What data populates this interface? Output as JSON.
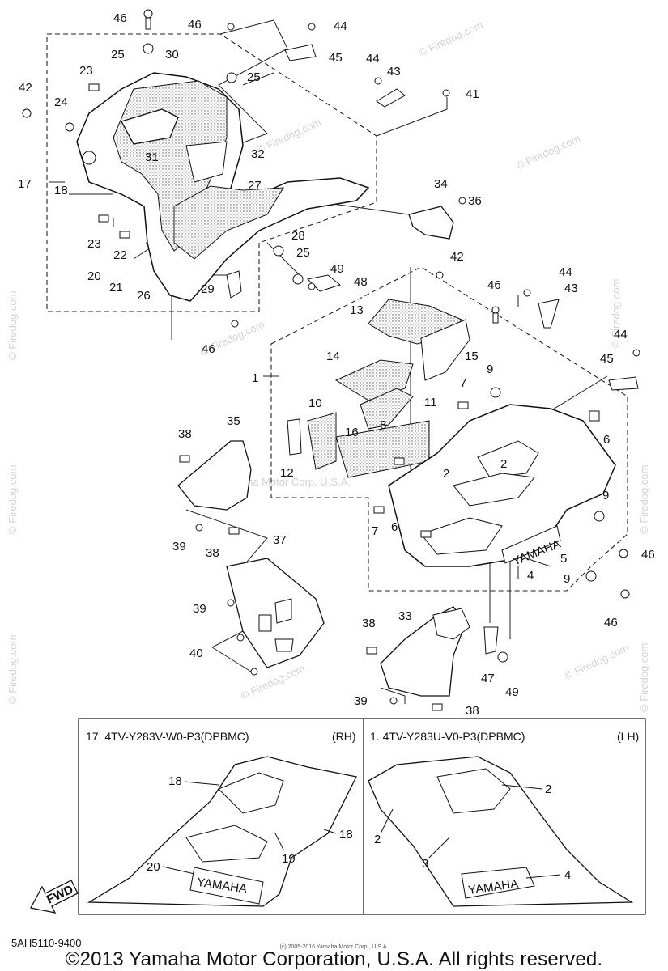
{
  "watermark": {
    "text": "© Firedog.com",
    "center_text": "Yamaha Motor Corp. U.S.A."
  },
  "callouts": [
    {
      "n": "46"
    },
    {
      "n": "46"
    },
    {
      "n": "44"
    },
    {
      "n": "25"
    },
    {
      "n": "30"
    },
    {
      "n": "45"
    },
    {
      "n": "25"
    },
    {
      "n": "44"
    },
    {
      "n": "43"
    },
    {
      "n": "42"
    },
    {
      "n": "23"
    },
    {
      "n": "24"
    },
    {
      "n": "41"
    },
    {
      "n": "17"
    },
    {
      "n": "31"
    },
    {
      "n": "32"
    },
    {
      "n": "18"
    },
    {
      "n": "34"
    },
    {
      "n": "36"
    },
    {
      "n": "27"
    },
    {
      "n": "23"
    },
    {
      "n": "28"
    },
    {
      "n": "22"
    },
    {
      "n": "25"
    },
    {
      "n": "20"
    },
    {
      "n": "21"
    },
    {
      "n": "26"
    },
    {
      "n": "29"
    },
    {
      "n": "49"
    },
    {
      "n": "48"
    },
    {
      "n": "42"
    },
    {
      "n": "46"
    },
    {
      "n": "44"
    },
    {
      "n": "43"
    },
    {
      "n": "13"
    },
    {
      "n": "46"
    },
    {
      "n": "15"
    },
    {
      "n": "44"
    },
    {
      "n": "14"
    },
    {
      "n": "45"
    },
    {
      "n": "1"
    },
    {
      "n": "9"
    },
    {
      "n": "7"
    },
    {
      "n": "35"
    },
    {
      "n": "10"
    },
    {
      "n": "11"
    },
    {
      "n": "6"
    },
    {
      "n": "16"
    },
    {
      "n": "8"
    },
    {
      "n": "38"
    },
    {
      "n": "12"
    },
    {
      "n": "2"
    },
    {
      "n": "2"
    },
    {
      "n": "9"
    },
    {
      "n": "7"
    },
    {
      "n": "6"
    },
    {
      "n": "39"
    },
    {
      "n": "38"
    },
    {
      "n": "37"
    },
    {
      "n": "46"
    },
    {
      "n": "5"
    },
    {
      "n": "4"
    },
    {
      "n": "9"
    },
    {
      "n": "39"
    },
    {
      "n": "46"
    },
    {
      "n": "40"
    },
    {
      "n": "38"
    },
    {
      "n": "33"
    },
    {
      "n": "47"
    },
    {
      "n": "49"
    },
    {
      "n": "39"
    },
    {
      "n": "38"
    }
  ],
  "box_rh": {
    "title": "17. 4TV-Y283V-W0-P3(DPBMC)",
    "side": "(RH)",
    "labels": [
      {
        "n": "18"
      },
      {
        "n": "18"
      },
      {
        "n": "19"
      },
      {
        "n": "20"
      }
    ],
    "decal_text": "YAMAHA"
  },
  "box_lh": {
    "title": "1. 4TV-Y283U-V0-P3(DPBMC)",
    "side": "(LH)",
    "labels": [
      {
        "n": "2"
      },
      {
        "n": "2"
      },
      {
        "n": "3"
      },
      {
        "n": "4"
      }
    ],
    "decal_text": "YAMAHA"
  },
  "upper_decal": "YAMAHA",
  "fwd_label": "FWD",
  "diagram_code": "5AH5110-9400",
  "tiny_notice": "(c) 2005-2016 Yamaha Motor Corp., U.S.A.",
  "copyright": "©2013 Yamaha Motor Corporation, U.S.A. All rights reserved."
}
